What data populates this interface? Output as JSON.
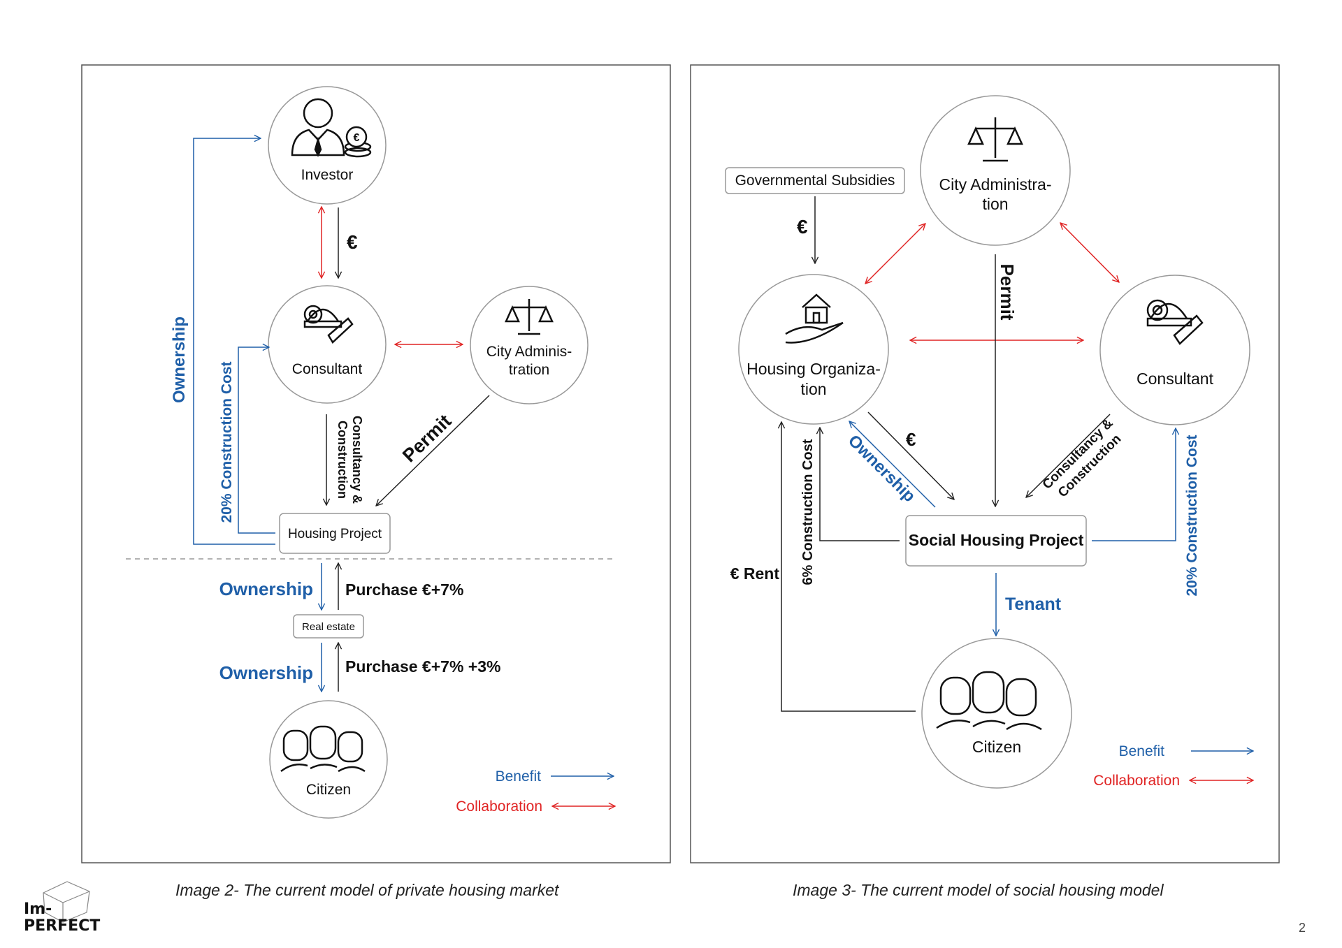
{
  "colors": {
    "benefit": "#1f5fa8",
    "collaboration": "#e02424",
    "line": "#222222",
    "frame": "#555555"
  },
  "left": {
    "investor": "Investor",
    "consultant": "Consultant",
    "city_admin": [
      "City Adminis-",
      "tration"
    ],
    "housing_project": "Housing Project",
    "real_estate": "Real estate",
    "citizen": "Citizen",
    "euro": "€",
    "ownership_vertical": "Ownership",
    "construction_cost": "20% Construction Cost",
    "consultancy": [
      "Consultancy &",
      "Construction"
    ],
    "permit": "Permit",
    "ownership_1": "Ownership",
    "purchase_1": "Purchase €+7%",
    "ownership_2": "Ownership",
    "purchase_2": "Purchase €+7% +3%",
    "legend_benefit": "Benefit",
    "legend_collab": "Collaboration"
  },
  "right": {
    "subsidies": "Governmental Subsidies",
    "city_admin": [
      "City Administra-",
      "tion"
    ],
    "housing_org": [
      "Housing Organiza-",
      "tion"
    ],
    "consultant": "Consultant",
    "social_project": "Social Housing Project",
    "citizen": "Citizen",
    "euro_top": "€",
    "euro_mid": "€",
    "permit": "Permit",
    "ownership": "Ownership",
    "consultancy": [
      "Consultancy &",
      "Construction"
    ],
    "construction_cost_6": "6% Construction Cost",
    "construction_cost_20": "20% Construction Cost",
    "rent": "€ Rent",
    "tenant": "Tenant",
    "legend_benefit": "Benefit",
    "legend_collab": "Collaboration"
  },
  "captions": {
    "left": "Image 2- The current model of private housing market",
    "right": "Image 3- The current model of social housing model"
  },
  "logo": {
    "line1": "Im-",
    "line2": "PERFECT"
  },
  "page_number": "2"
}
